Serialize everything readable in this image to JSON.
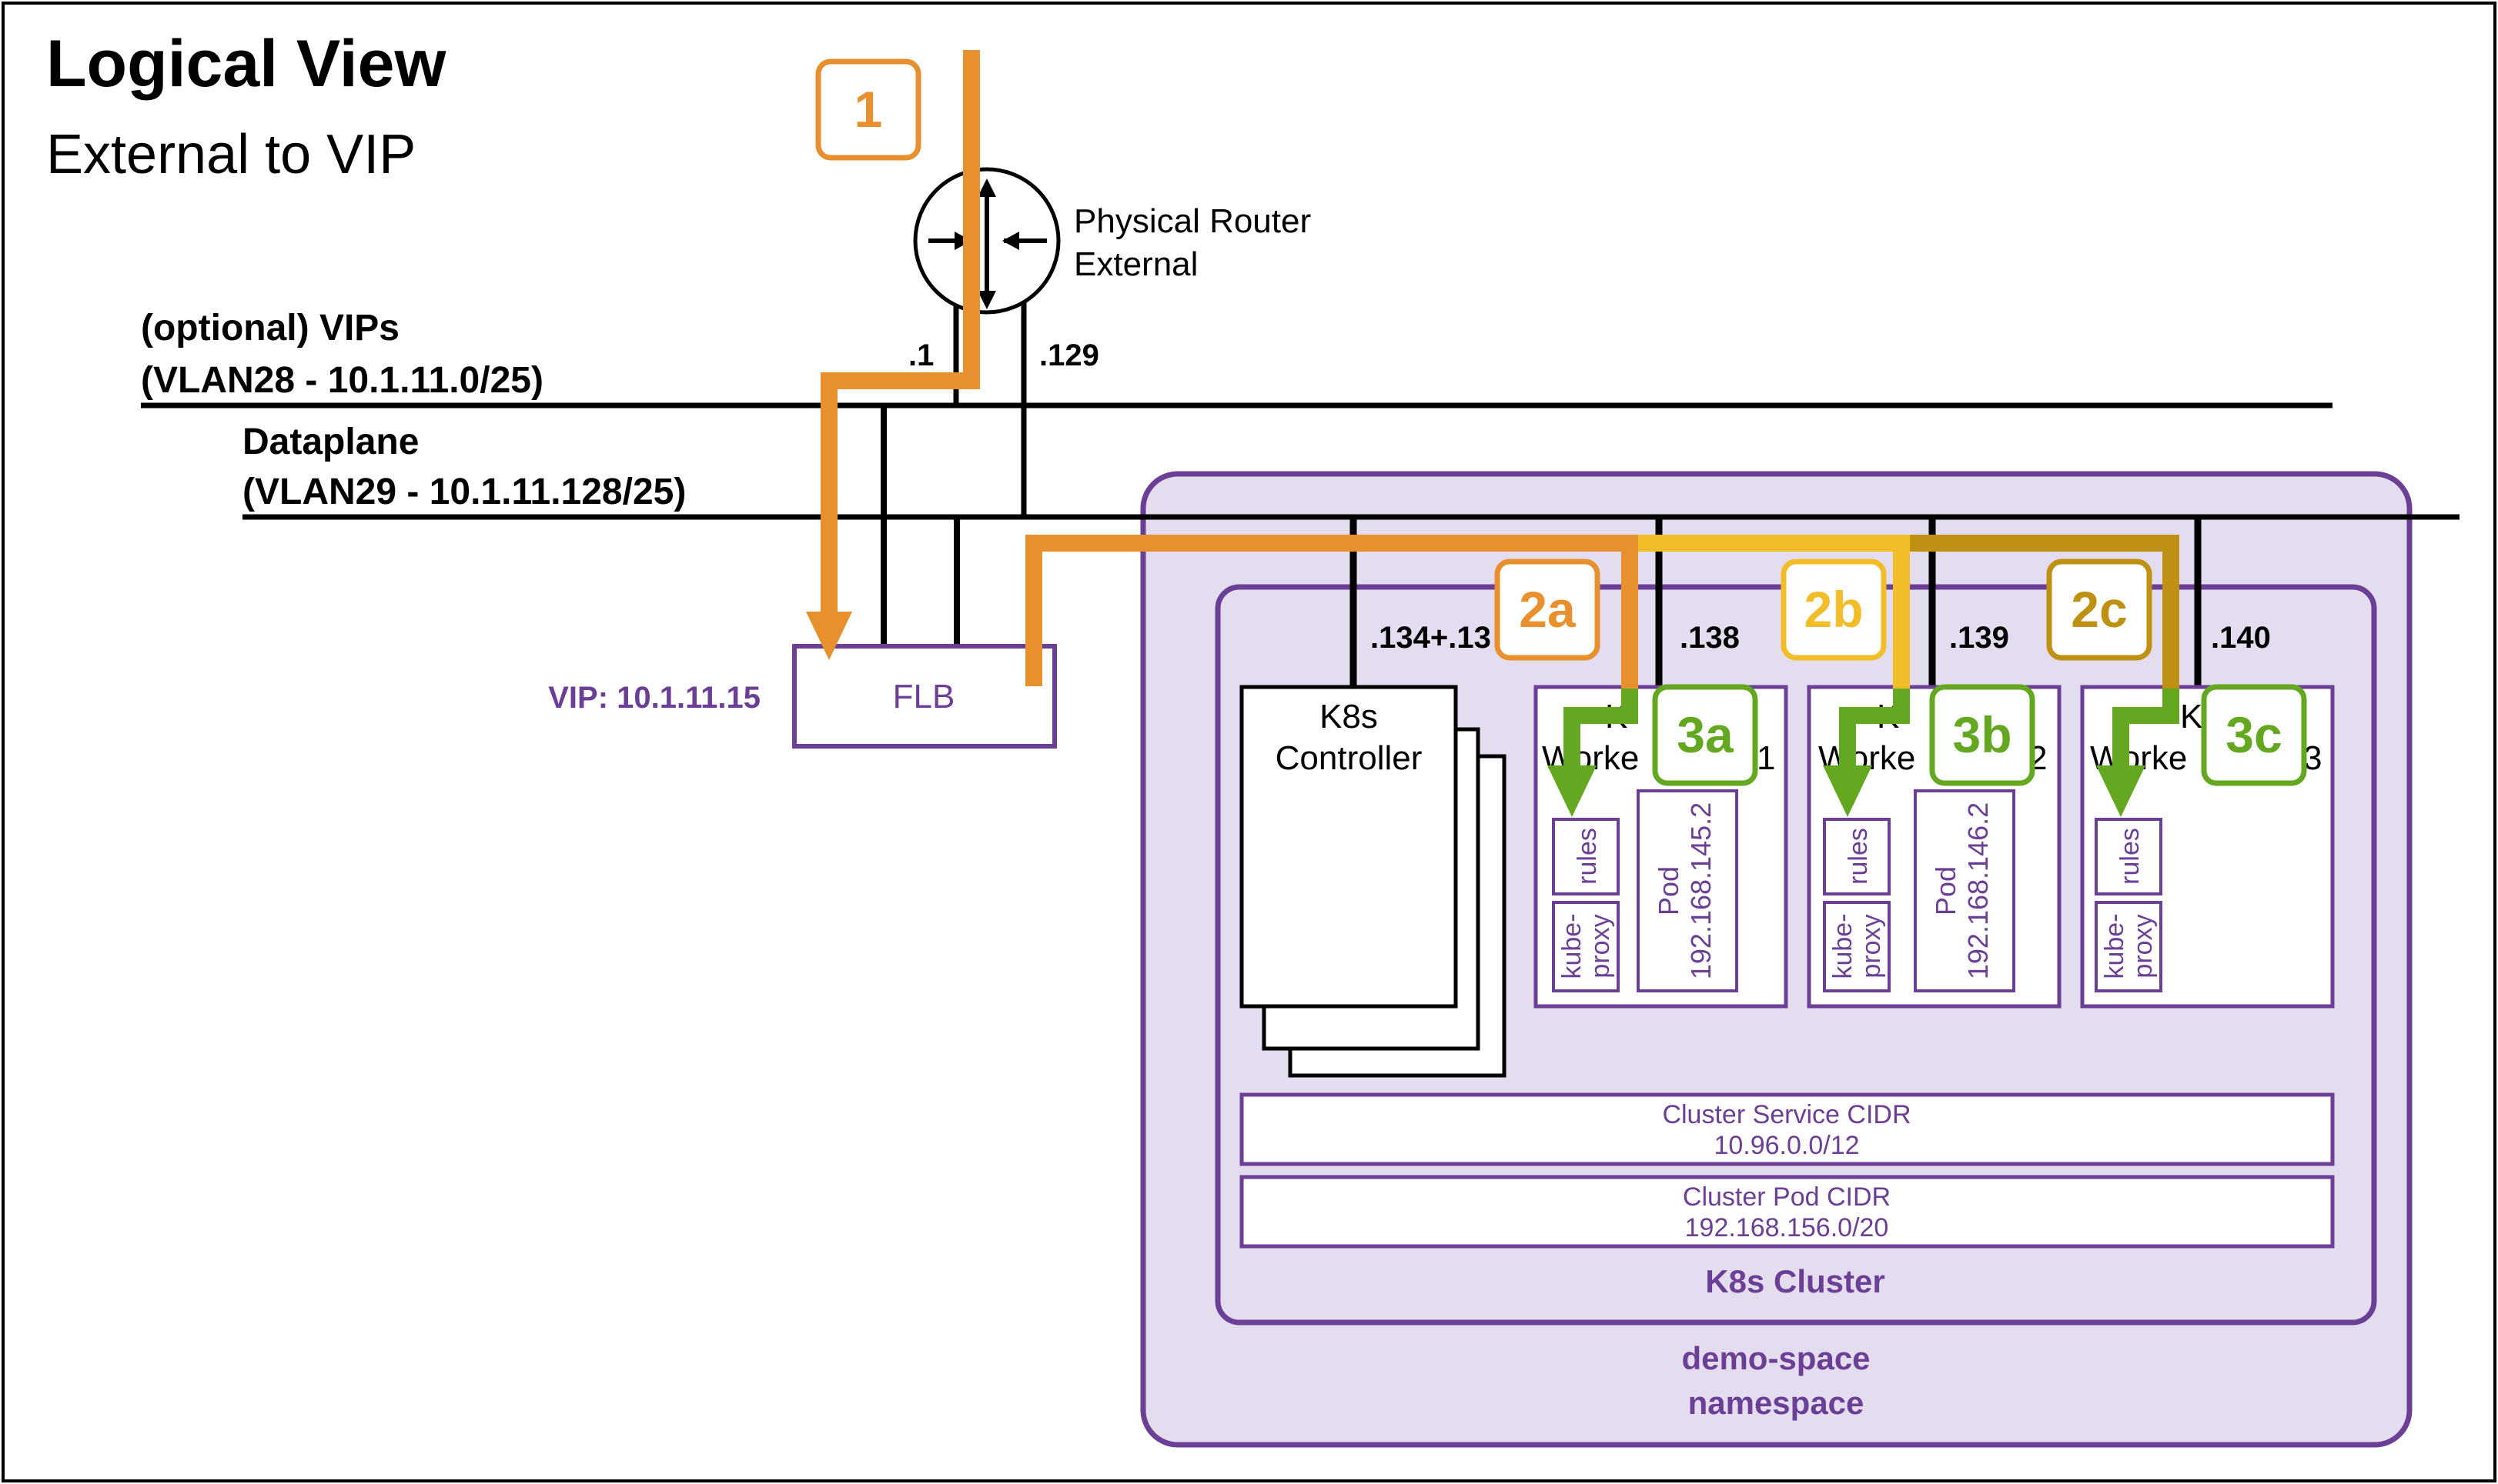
{
  "header": {
    "title": "Logical View",
    "subtitle": "External to VIP"
  },
  "router": {
    "label_line1": "Physical Router",
    "label_line2": "External",
    "left_ip": ".1",
    "right_ip": ".129"
  },
  "networks": {
    "vips_line1": "(optional) VIPs",
    "vips_line2": "(VLAN28 - 10.1.11.0/25)",
    "dataplane_line1": "Dataplane",
    "dataplane_line2": "(VLAN29 - 10.1.11.128/25)"
  },
  "flb": {
    "label": "FLB",
    "vip": "VIP: 10.1.11.15"
  },
  "cluster": {
    "controller_label_line1": "K8s",
    "controller_label_line2": "Controller",
    "controller_ip": ".134+.13",
    "workers": [
      {
        "label_left": "K",
        "label_second": "Worke",
        "label_suffix": "1",
        "ip": ".138",
        "pod_line1": "Pod",
        "pod_line2": "192.168.145.2"
      },
      {
        "label_left": "K",
        "label_second": "Worke",
        "label_suffix": "2",
        "ip": ".139",
        "pod_line1": "Pod",
        "pod_line2": "192.168.146.2"
      },
      {
        "label_left": "K",
        "label_second": "Worke",
        "label_suffix": "3",
        "ip": ".140"
      }
    ],
    "rules_label": "rules",
    "kube_proxy_line1": "kube-",
    "kube_proxy_line2": "proxy",
    "service_cidr_label": "Cluster Service CIDR",
    "service_cidr_value": "10.96.0.0/12",
    "pod_cidr_label": "Cluster Pod CIDR",
    "pod_cidr_value": "192.168.156.0/20",
    "cluster_label": "K8s Cluster",
    "namespace_line1": "demo-space",
    "namespace_line2": "namespace"
  },
  "steps": {
    "s1": "1",
    "s2a": "2a",
    "s2b": "2b",
    "s2c": "2c",
    "s3a": "3a",
    "s3b": "3b",
    "s3c": "3c"
  },
  "colors": {
    "purple": "#6b3f96",
    "purple_fill": "#e3ddef",
    "orange": "#e8902e",
    "yellow": "#f3bd2a",
    "gold": "#bf9112",
    "green": "#63a820"
  }
}
